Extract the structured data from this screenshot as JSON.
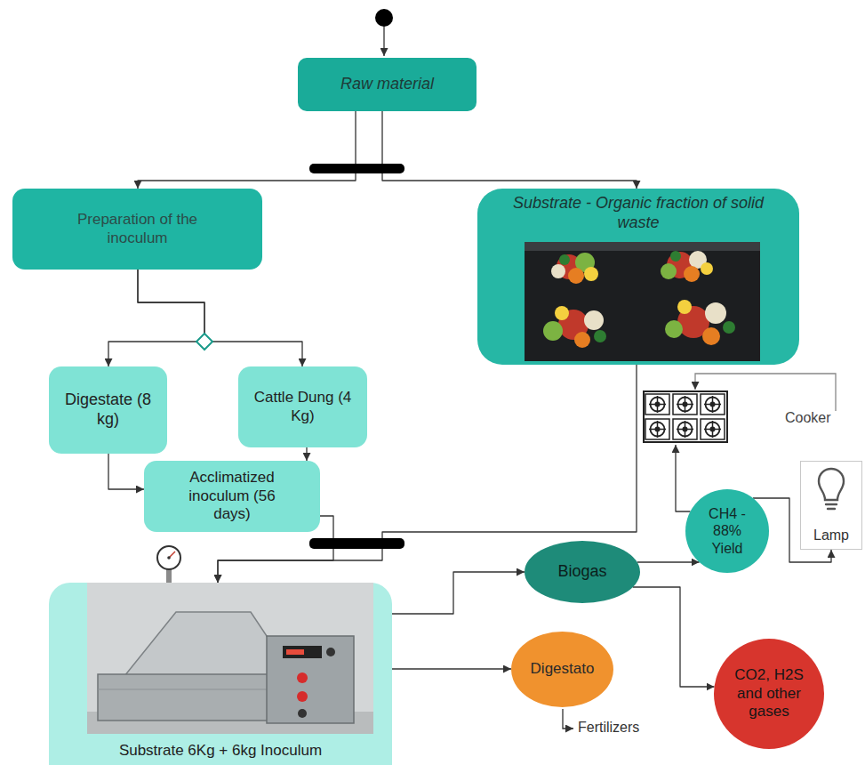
{
  "diagram": {
    "nodes": [
      {
        "text": [
          "Raw material"
        ]
      },
      {
        "text": [
          "Preparation of the inoculum"
        ]
      },
      {
        "text": [
          "Substrate - Organic fraction of solid waste"
        ]
      },
      {
        "text": [
          "Digestate (8 kg)"
        ]
      },
      {
        "text": [
          "Cattle Dung (4 Kg)"
        ]
      },
      {
        "text": [
          "Acclimatized inoculum (56 days)"
        ]
      },
      {
        "text": [
          "Substrate 6Kg + 6kg Inoculum"
        ]
      },
      {
        "text": [
          "Biogas"
        ]
      },
      {
        "text": [
          "CH4 - 88% Yield"
        ]
      },
      {
        "text": [
          "Digestato"
        ]
      },
      {
        "text": [
          "CO2, H2S and other gases"
        ]
      },
      {
        "text": [
          "Cooker"
        ]
      },
      {
        "text": [
          "Lamp"
        ]
      }
    ],
    "edges": [
      {
        "from": 0,
        "to": 1,
        "arrow": "to"
      },
      {
        "from": 0,
        "to": 2,
        "arrow": "to"
      },
      {
        "from": 1,
        "to": 3,
        "arrow": "to"
      },
      {
        "from": 1,
        "to": 4,
        "arrow": "to"
      },
      {
        "from": 3,
        "to": 5,
        "arrow": "to"
      },
      {
        "from": 4,
        "to": 5,
        "arrow": "to"
      },
      {
        "from": 5,
        "to": 6,
        "arrow": "to"
      },
      {
        "from": 2,
        "to": 6,
        "arrow": "to"
      },
      {
        "from": 6,
        "to": 7,
        "arrow": "to"
      },
      {
        "from": 6,
        "to": 9,
        "arrow": "to"
      },
      {
        "from": 7,
        "to": 8,
        "arrow": "to"
      },
      {
        "from": 7,
        "to": 10,
        "arrow": "to"
      },
      {
        "from": 8,
        "to": 11,
        "arrow": "to"
      },
      {
        "from": 8,
        "to": 12,
        "arrow": "to"
      }
    ],
    "labels": [
      "Fertilizers"
    ]
  }
}
